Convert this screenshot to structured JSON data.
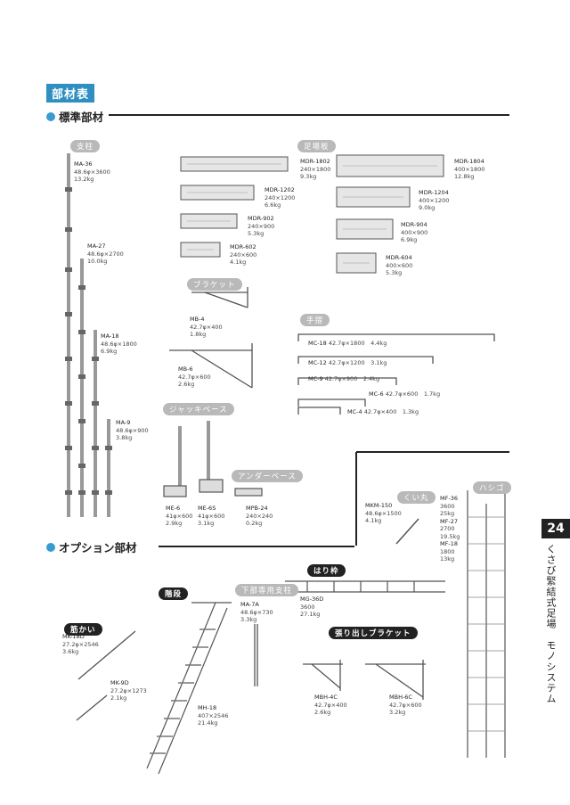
{
  "page": {
    "title": "部材表",
    "standard_section": "標準部材",
    "option_section": "オプション部材",
    "page_number": "24",
    "side_text_1": "くさび緊結式足場",
    "side_text_2": "モノシステム"
  },
  "categories": {
    "post": "支柱",
    "plank": "足場板",
    "bracket": "ブラケット",
    "handrail": "手摺",
    "jack_base": "ジャッキベース",
    "under_base": "アンダーベース",
    "pile": "くい丸",
    "ladder": "ハシゴ",
    "brace": "筋かい",
    "stairs": "階段",
    "bottom_post": "下部専用支柱",
    "frame": "はり枠",
    "ext_bracket": "張り出しブラケット"
  },
  "items": [
    {
      "id": "MA-36",
      "code": "MA-36",
      "spec": "48.6φ×3600",
      "weight": "13.2kg"
    },
    {
      "id": "MA-27",
      "code": "MA-27",
      "spec": "48.6φ×2700",
      "weight": "10.0kg"
    },
    {
      "id": "MA-18",
      "code": "MA-18",
      "spec": "48.6φ×1800",
      "weight": "6.9kg"
    },
    {
      "id": "MA-9",
      "code": "MA-9",
      "spec": "48.6φ×900",
      "weight": "3.8kg"
    },
    {
      "id": "MDR-1802",
      "code": "MDR-1802",
      "spec": "240×1800",
      "weight": "9.3kg"
    },
    {
      "id": "MDR-1202",
      "code": "MDR-1202",
      "spec": "240×1200",
      "weight": "6.6kg"
    },
    {
      "id": "MDR-902",
      "code": "MDR-902",
      "spec": "240×900",
      "weight": "5.3kg"
    },
    {
      "id": "MDR-602",
      "code": "MDR-602",
      "spec": "240×600",
      "weight": "4.1kg"
    },
    {
      "id": "MDR-1804",
      "code": "MDR-1804",
      "spec": "400×1800",
      "weight": "12.8kg"
    },
    {
      "id": "MDR-1204",
      "code": "MDR-1204",
      "spec": "400×1200",
      "weight": "9.0kg"
    },
    {
      "id": "MDR-904",
      "code": "MDR-904",
      "spec": "400×900",
      "weight": "6.9kg"
    },
    {
      "id": "MDR-604",
      "code": "MDR-604",
      "spec": "400×600",
      "weight": "5.3kg"
    },
    {
      "id": "MB-4",
      "code": "MB-4",
      "spec": "42.7φ×400",
      "weight": "1.8kg"
    },
    {
      "id": "MB-6",
      "code": "MB-6",
      "spec": "42.7φ×600",
      "weight": "2.6kg"
    },
    {
      "id": "MC-18",
      "code": "MC-18",
      "spec": "42.7φ×1800",
      "weight": "4.4kg"
    },
    {
      "id": "MC-12",
      "code": "MC-12",
      "spec": "42.7φ×1200",
      "weight": "3.1kg"
    },
    {
      "id": "MC-9",
      "code": "MC-9",
      "spec": "42.7φ×900",
      "weight": "2.4kg"
    },
    {
      "id": "MC-6",
      "code": "MC-6",
      "spec": "42.7φ×600",
      "weight": "1.7kg"
    },
    {
      "id": "MC-4",
      "code": "MC-4",
      "spec": "42.7φ×400",
      "weight": "1.3kg"
    },
    {
      "id": "ME-6",
      "code": "ME-6",
      "spec": "41φ×600",
      "weight": "2.9kg"
    },
    {
      "id": "ME-6S",
      "code": "ME-6S",
      "spec": "41φ×600",
      "weight": "3.1kg"
    },
    {
      "id": "MPB-24",
      "code": "MPB-24",
      "spec": "240×240",
      "weight": "0.2kg"
    },
    {
      "id": "MKM-150",
      "code": "MKM-150",
      "spec": "48.6φ×1500",
      "weight": "4.1kg"
    },
    {
      "id": "MF-36",
      "code": "MF-36",
      "spec": "3600",
      "weight": "25kg"
    },
    {
      "id": "MF-27",
      "code": "MF-27",
      "spec": "2700",
      "weight": "19.5kg"
    },
    {
      "id": "MF-18",
      "code": "MF-18",
      "spec": "1800",
      "weight": "13kg"
    },
    {
      "id": "MK-18D",
      "code": "MK-18D",
      "spec": "27.2φ×2546",
      "weight": "3.6kg"
    },
    {
      "id": "MK-9D",
      "code": "MK-9D",
      "spec": "27.2φ×1273",
      "weight": "2.1kg"
    },
    {
      "id": "MH-18",
      "code": "MH-18",
      "spec": "407×2546",
      "weight": "21.4kg"
    },
    {
      "id": "MA-7A",
      "code": "MA-7A",
      "spec": "48.6φ×730",
      "weight": "3.3kg"
    },
    {
      "id": "MG-36D",
      "code": "MG-36D",
      "spec": "3600",
      "weight": "27.1kg"
    },
    {
      "id": "MBH-4C",
      "code": "MBH-4C",
      "spec": "42.7φ×400",
      "weight": "2.6kg"
    },
    {
      "id": "MBH-6C",
      "code": "MBH-6C",
      "spec": "42.7φ×600",
      "weight": "3.2kg"
    }
  ]
}
